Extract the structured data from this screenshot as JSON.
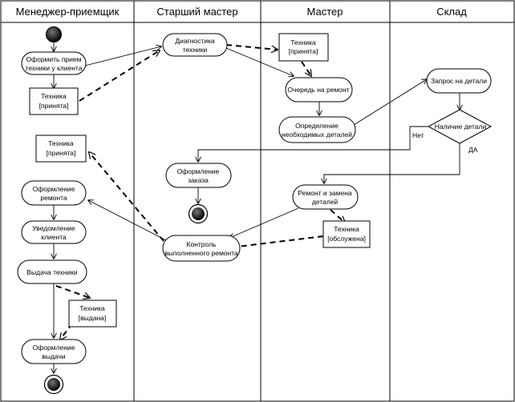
{
  "lanes": [
    "Менеджер-приемщик",
    "Старший мастер",
    "Мастер",
    "Склад"
  ],
  "activities": {
    "accept": [
      "Оформить прием",
      "техники у клиента"
    ],
    "repair_order": [
      "Оформление",
      "ремонта"
    ],
    "notify": [
      "Уведомление",
      "клиента"
    ],
    "issue": [
      "Выдача техники"
    ],
    "issue_doc": [
      "Оформление",
      "выдачи"
    ],
    "diagnostics": [
      "Диагностика",
      "техники"
    ],
    "order_doc": [
      "Оформление",
      "заказа"
    ],
    "control": [
      "Контроль",
      "выполненного ремонта"
    ],
    "queue": [
      "Очередь на ремонт"
    ],
    "define_parts": [
      "Определение",
      "необходимых деталей"
    ],
    "repair": [
      "Ремонт и замена",
      "деталей"
    ],
    "parts_request": [
      "Запрос на детали"
    ]
  },
  "objects": {
    "obj_accepted_1": [
      "Техника",
      "[принята]"
    ],
    "obj_accepted_2": [
      "Техника",
      "[принята]"
    ],
    "obj_accepted_3": [
      "Техника",
      "[принята]"
    ],
    "obj_issued": [
      "Техника",
      "[выдана]"
    ],
    "obj_serviced": [
      "Техника",
      "[обслужена]"
    ]
  },
  "decision": {
    "label": "Наличие детали",
    "no": "Нет",
    "yes": "ДА"
  }
}
